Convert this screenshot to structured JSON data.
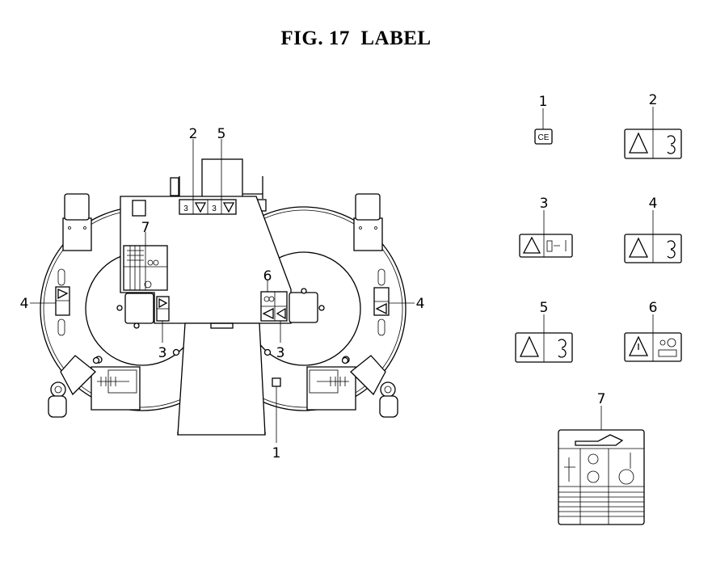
{
  "title": "FIG. 17  LABEL",
  "machine_callouts": {
    "c1": "1",
    "c2": "2",
    "c3a": "3",
    "c3b": "3",
    "c4a": "4",
    "c4b": "4",
    "c5": "5",
    "c6": "6",
    "c7": "7"
  },
  "legend_callouts": [
    "1",
    "2",
    "3",
    "4",
    "5",
    "6",
    "7"
  ],
  "labels": {
    "label1_mark": "CE"
  }
}
